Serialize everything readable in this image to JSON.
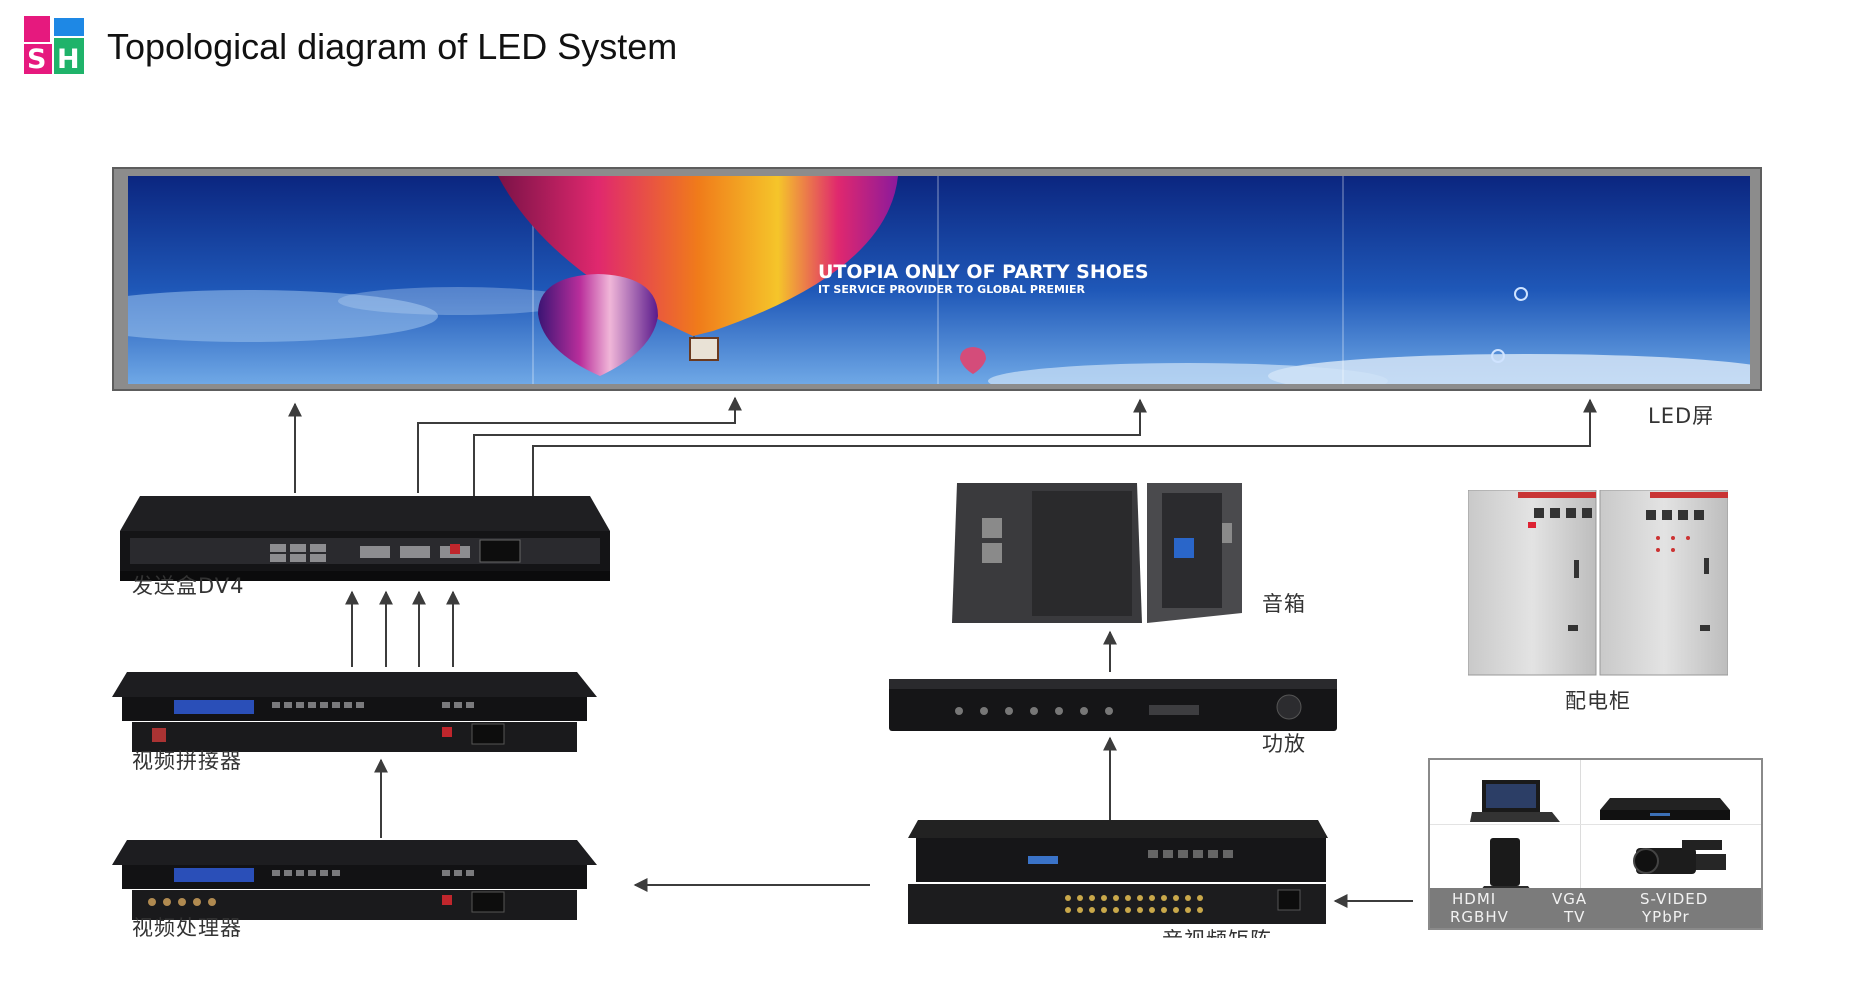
{
  "header": {
    "logo_text": "SH",
    "title": "Topological diagram of LED System"
  },
  "led_screen": {
    "label": "LED屏",
    "slogan_line1": "UTOPIA ONLY OF PARTY SHOES",
    "slogan_line2": "IT SERVICE PROVIDER TO GLOBAL PREMIER"
  },
  "devices": {
    "sending_box": "发送盒DV4",
    "video_splicer": "视频拼接器",
    "video_processor": "视频处理器",
    "speaker": "音箱",
    "amplifier": "功放",
    "av_matrix": "音视频矩阵",
    "power_cabinet": "配电柜"
  },
  "sources": {
    "row1": [
      "HDMI",
      "VGA",
      "S-VIDED"
    ],
    "row2": [
      "RGBHV",
      "TV",
      "YPbPr"
    ]
  },
  "colors": {
    "arrow": "#3c3c3c",
    "logo_pink": "#e6197e",
    "logo_blue": "#1e88e5",
    "logo_green": "#1fb36a",
    "sky_dark": "#0e2a8a",
    "sky_light": "#4f8fd6"
  }
}
